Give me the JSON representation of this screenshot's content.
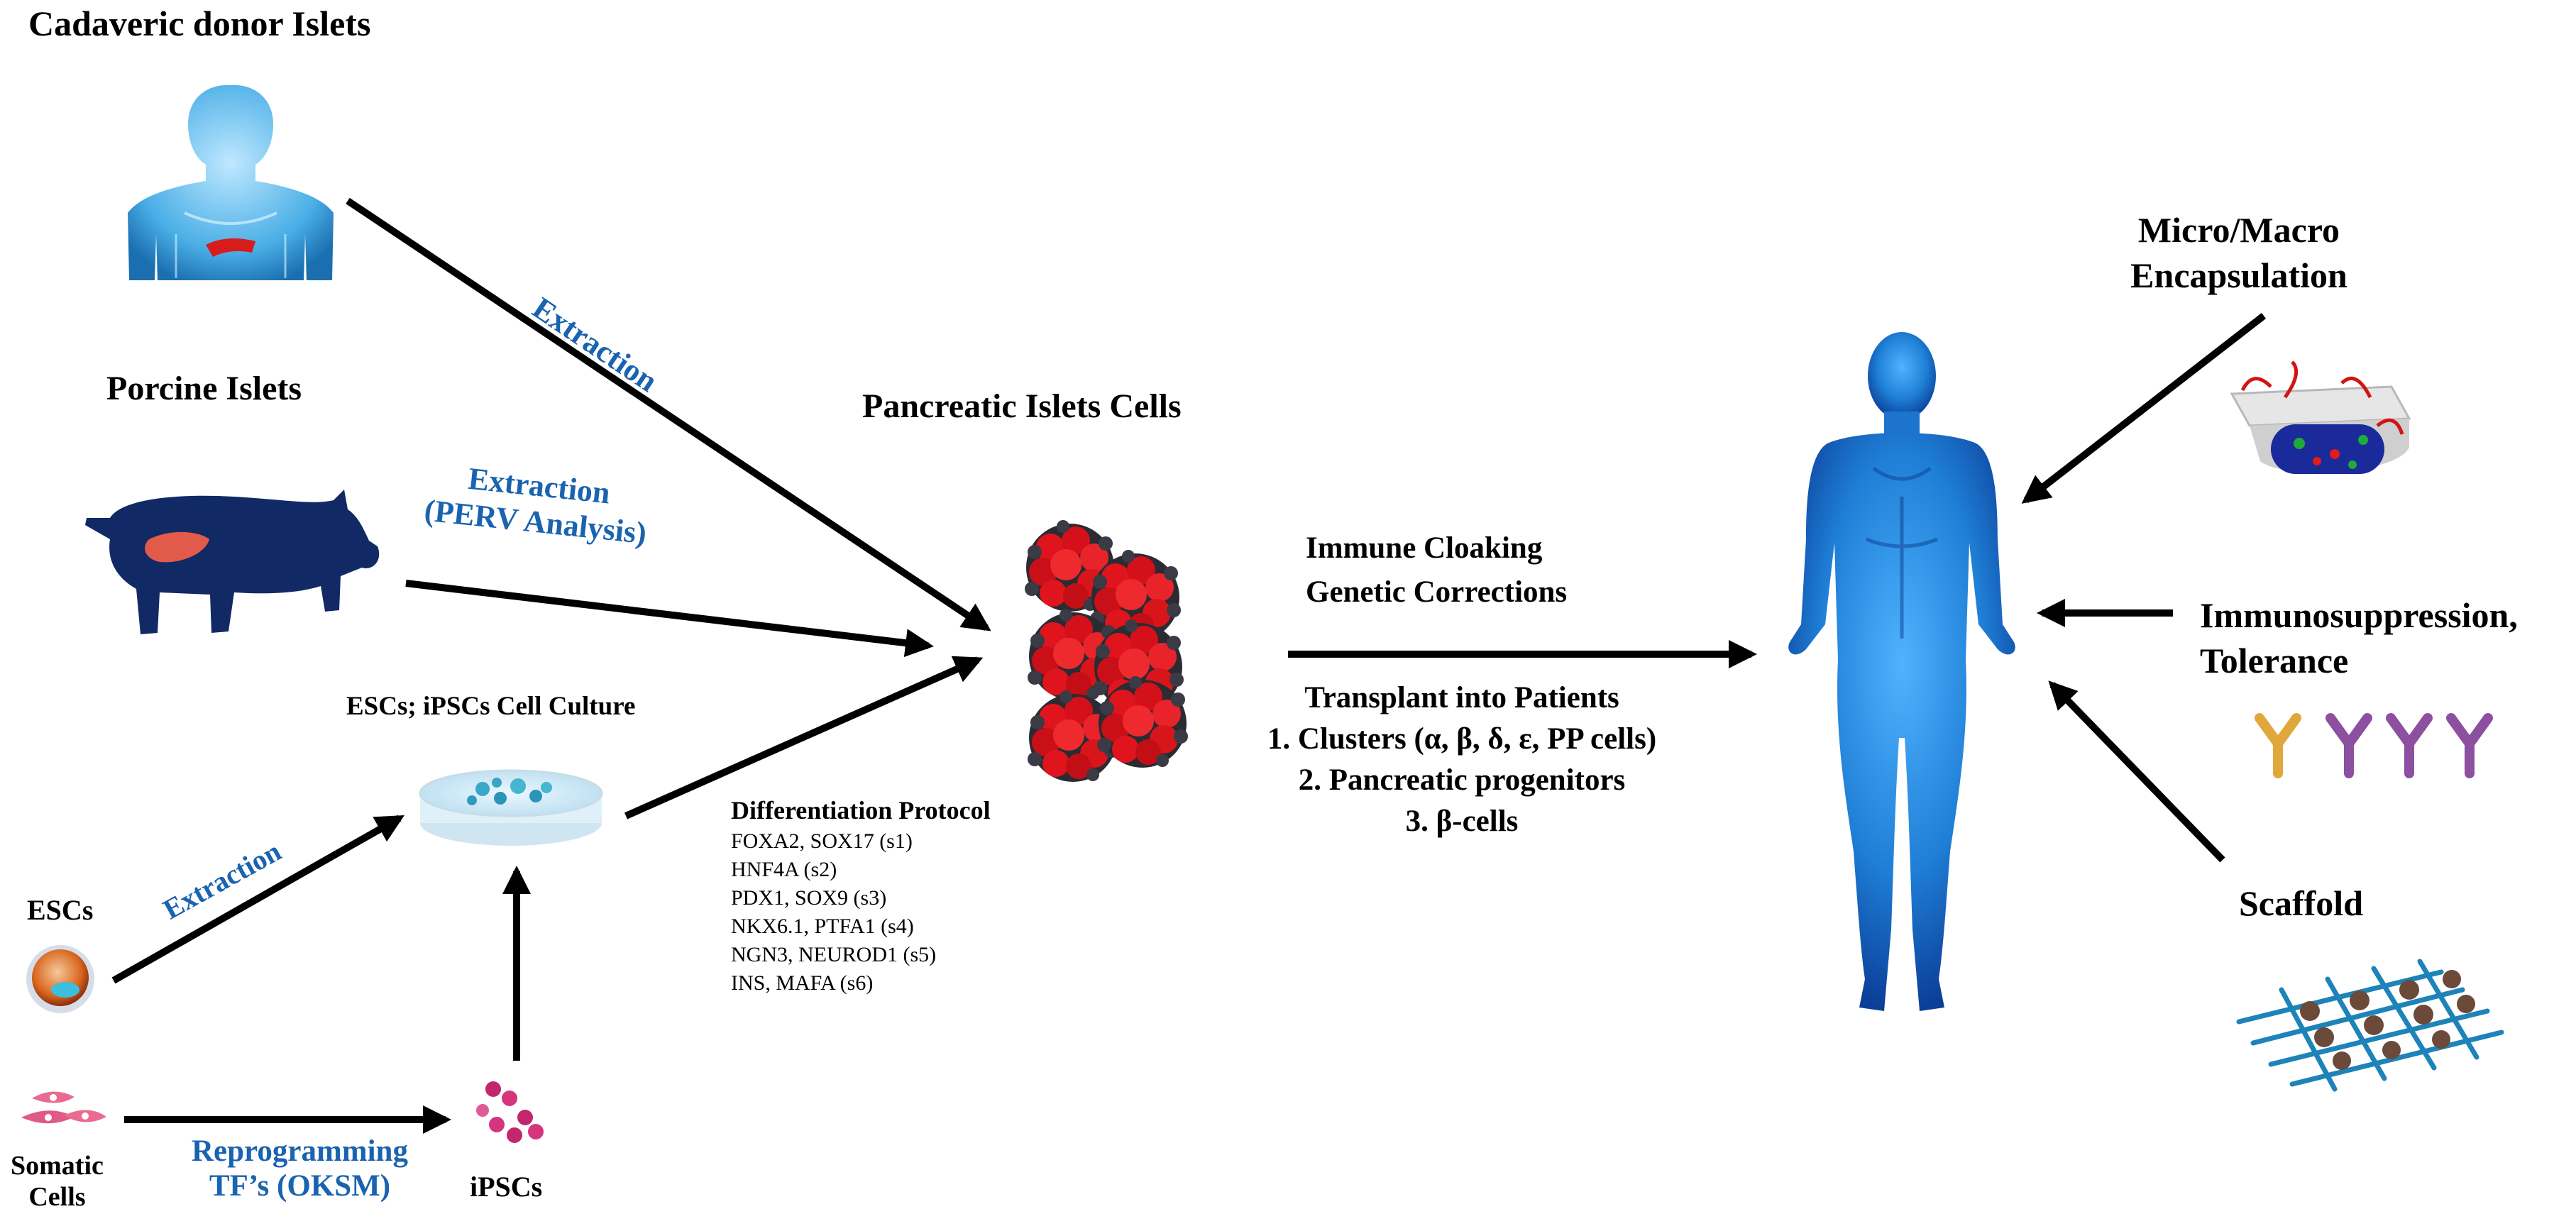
{
  "labels": {
    "cadaveric": "Cadaveric donor Islets",
    "porcine": "Porcine Islets",
    "pancreatic_islets": "Pancreatic Islets Cells",
    "esc_ipsc_culture": "ESCs; iPSCs Cell Culture",
    "escs": "ESCs",
    "somatic": [
      "Somatic",
      "Cells"
    ],
    "ipscs": "iPSCs",
    "micro_macro": [
      "Micro/Macro",
      "Encapsulation"
    ],
    "immunosuppression": [
      "Immunosuppression,",
      "Tolerance"
    ],
    "scaffold": "Scaffold"
  },
  "arrows": {
    "extraction_cadaveric": "Extraction",
    "extraction_porcine": [
      "Extraction",
      "(PERV Analysis)"
    ],
    "extraction_esc": "Extraction",
    "reprogramming": [
      "Reprogramming",
      "TF’s (OKSM)"
    ],
    "immune_cloaking": [
      "Immune Cloaking",
      "Genetic Corrections"
    ]
  },
  "transplant": {
    "title": "Transplant into Patients",
    "items": [
      "1. Clusters (α, β, δ, ε, PP cells)",
      "2. Pancreatic progenitors",
      "3. β-cells"
    ]
  },
  "protocol": {
    "title": "Differentiation Protocol",
    "steps": [
      "FOXA2, SOX17 (s1)",
      "HNF4A (s2)",
      "PDX1,  SOX9 (s3)",
      "NKX6.1,  PTFA1 (s4)",
      "NGN3,  NEUROD1 (s5)",
      "INS, MAFA (s6)"
    ]
  },
  "icons": [
    "human-torso-icon",
    "pig-icon",
    "petri-dish-icon",
    "esc-cell-icon",
    "somatic-cells-icon",
    "ipsc-cells-icon",
    "islet-clusters-icon",
    "human-body-icon",
    "encapsulation-device-icon",
    "antibody-icon",
    "scaffold-mesh-icon"
  ],
  "colors": {
    "accent_text": "#1a63b0",
    "body_blue": "#1f7fd6",
    "islet_red": "#e0141c"
  }
}
